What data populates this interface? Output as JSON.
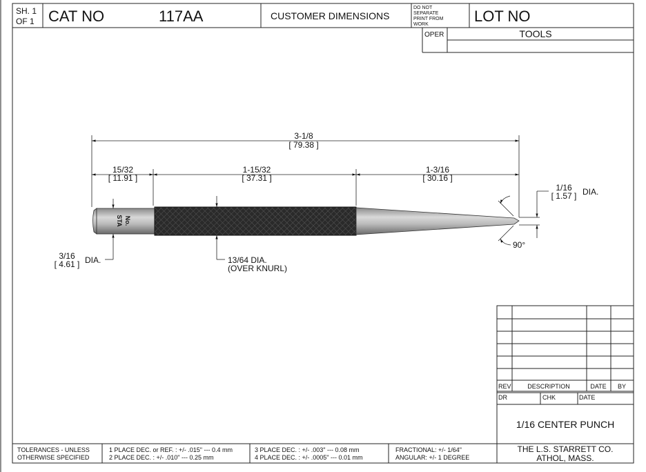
{
  "title_block": {
    "sheet_label_1": "SH. 1",
    "sheet_label_2": "OF  1",
    "cat_no_label": "CAT NO",
    "cat_no_value": "117AA",
    "customer_dimensions": "CUSTOMER DIMENSIONS",
    "do_not_separate": [
      "DO NOT",
      "SEPARATE",
      "PRINT FROM",
      "WORK"
    ],
    "lot_no_label": "LOT NO",
    "oper_label": "OPER",
    "tools_label": "TOOLS"
  },
  "dimensions": {
    "overall": {
      "fraction": "3-1/8",
      "metric": "[ 79.38 ]"
    },
    "head": {
      "fraction": "15/32",
      "metric": "[ 11.91 ]"
    },
    "knurl": {
      "fraction": "1-15/32",
      "metric": "[ 37.31 ]"
    },
    "taper": {
      "fraction": "1-3/16",
      "metric": "[ 30.16 ]"
    },
    "tip_dia": {
      "fraction": "1/16",
      "metric": "[ 1.57 ]",
      "suffix": "DIA."
    },
    "shank_dia": {
      "fraction": "3/16",
      "metric": "[ 4.61 ]",
      "suffix": "DIA."
    },
    "knurl_dia": {
      "line1": "13/64  DIA.",
      "line2": "(OVER KNURL)"
    },
    "tip_angle": "90°"
  },
  "part_marking": [
    "STA",
    "No."
  ],
  "revision_block": {
    "headers": [
      "REV",
      "DESCRIPTION",
      "DATE",
      "BY"
    ],
    "rows": [
      [
        "",
        "",
        "",
        ""
      ],
      [
        "",
        "",
        "",
        ""
      ],
      [
        "",
        "",
        "",
        ""
      ],
      [
        "",
        "",
        "",
        ""
      ],
      [
        "",
        "",
        "",
        ""
      ],
      [
        "",
        "",
        "",
        ""
      ]
    ],
    "dr_label": "DR",
    "chk_label": "CHK",
    "date_label": "DATE",
    "part_title": "1/16 CENTER PUNCH",
    "company_line1": "THE L.S. STARRETT CO.",
    "company_line2": "ATHOL, MASS."
  },
  "tolerances": {
    "label_line1": "TOLERANCES - UNLESS",
    "label_line2": "OTHERWISE SPECIFIED",
    "one_place": "1 PLACE DEC. or REF. :  +/- .015\" --- 0.4 mm",
    "two_place": "2 PLACE DEC. :  +/- .010\" --- 0.25 mm",
    "three_place": "3 PLACE DEC. :  +/- .003\" --- 0.08 mm",
    "four_place": "4 PLACE DEC. :  +/- .0005\" --- 0.01 mm",
    "fractional": "FRACTIONAL: +/- 1/64\"",
    "angular": "ANGULAR:  +/- 1 DEGREE"
  }
}
